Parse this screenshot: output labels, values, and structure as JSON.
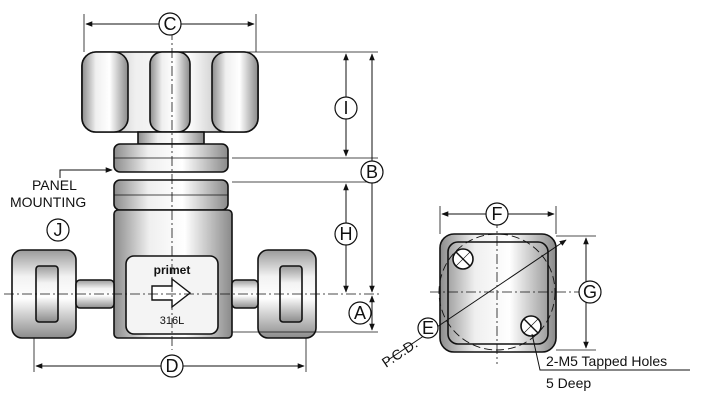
{
  "dimension_labels": {
    "a": "A",
    "b": "B",
    "c": "C",
    "d": "D",
    "e": "E",
    "f": "F",
    "g": "G",
    "h": "H",
    "i": "I",
    "j": "J"
  },
  "annotations": {
    "panel_mounting_line1": "PANEL",
    "panel_mounting_line2": "MOUNTING",
    "pcd_prefix": "P.C.D.",
    "tapped_holes": "2-M5 Tapped Holes",
    "tapped_depth": "5 Deep"
  },
  "body_marking": {
    "brand": "primet",
    "material": "316L"
  }
}
